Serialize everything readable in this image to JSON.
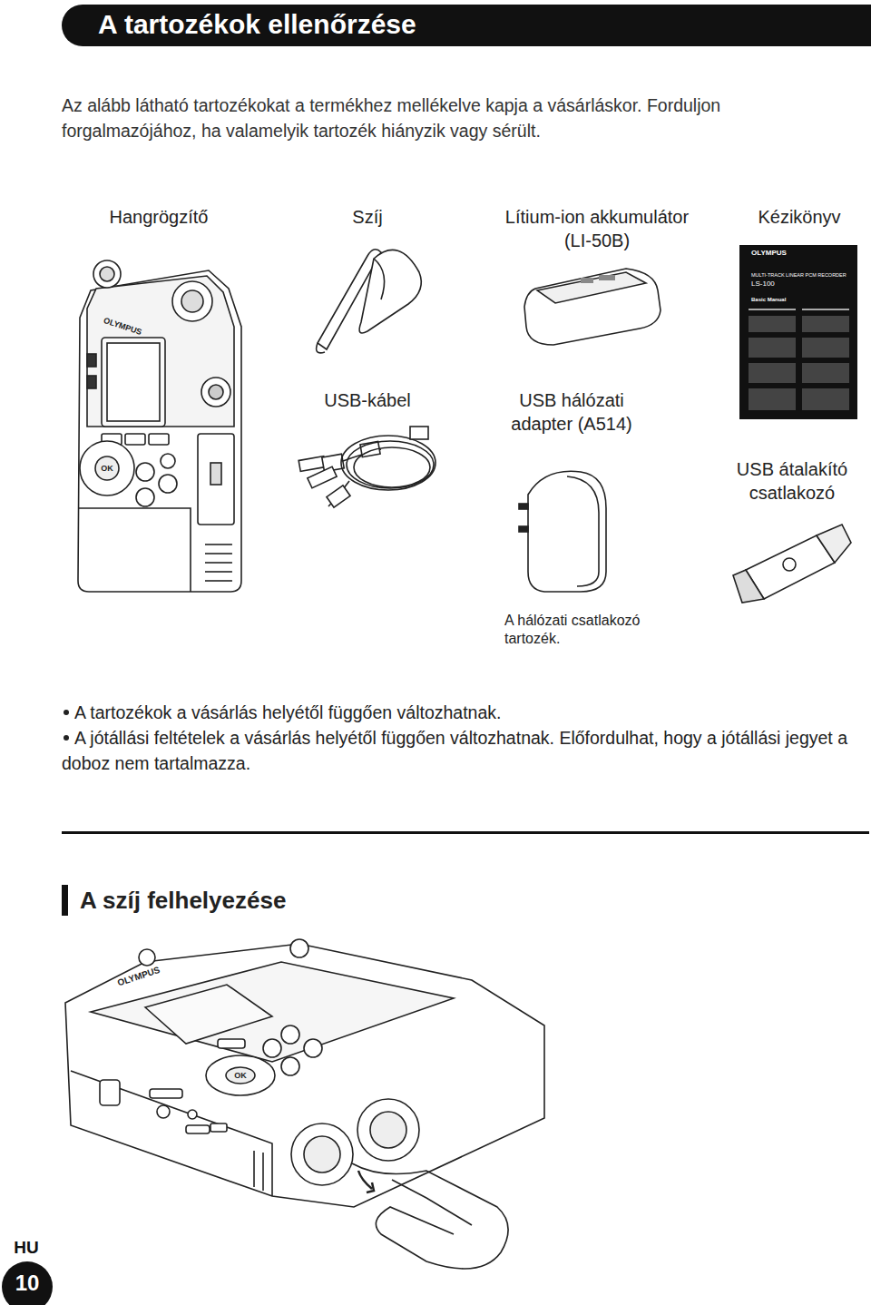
{
  "diagram": {
    "title": "A tartozékok ellenőrzése",
    "nodes": [
      {
        "text": [
          "HU",
          "10"
        ]
      }
    ],
    "labels": [
      "Az alább látható tartozékokat a termékhez mellékelve kapja a vásárláskor. Forduljon forgalmazójához, ha valamelyik tartozék hiányzik vagy sérült.",
      "Hangrögzítő",
      "Szíj",
      "Lítium-ion akkumulátor (LI-50B)",
      "Kézikönyv",
      "USB-kábel",
      "USB hálózati adapter (A514)",
      "USB átalakító csatlakozó",
      "A hálózati csatlakozó tartozék.",
      "A tartozékok a vásárlás helyétől függően változhatnak.",
      "A jótállási feltételek a vásárlás helyétől függően változhatnak. Előfordulhat, hogy a jótállási jegyet a doboz nem tartalmazza.",
      "A szíj felhelyezése",
      "OLYMPUS",
      "MULTI-TRACK LINEAR PCM RECORDER",
      "LS-100",
      "Basic Manual",
      "OLYMPUS",
      "OLYMPUS",
      "OK",
      "OK"
    ]
  }
}
